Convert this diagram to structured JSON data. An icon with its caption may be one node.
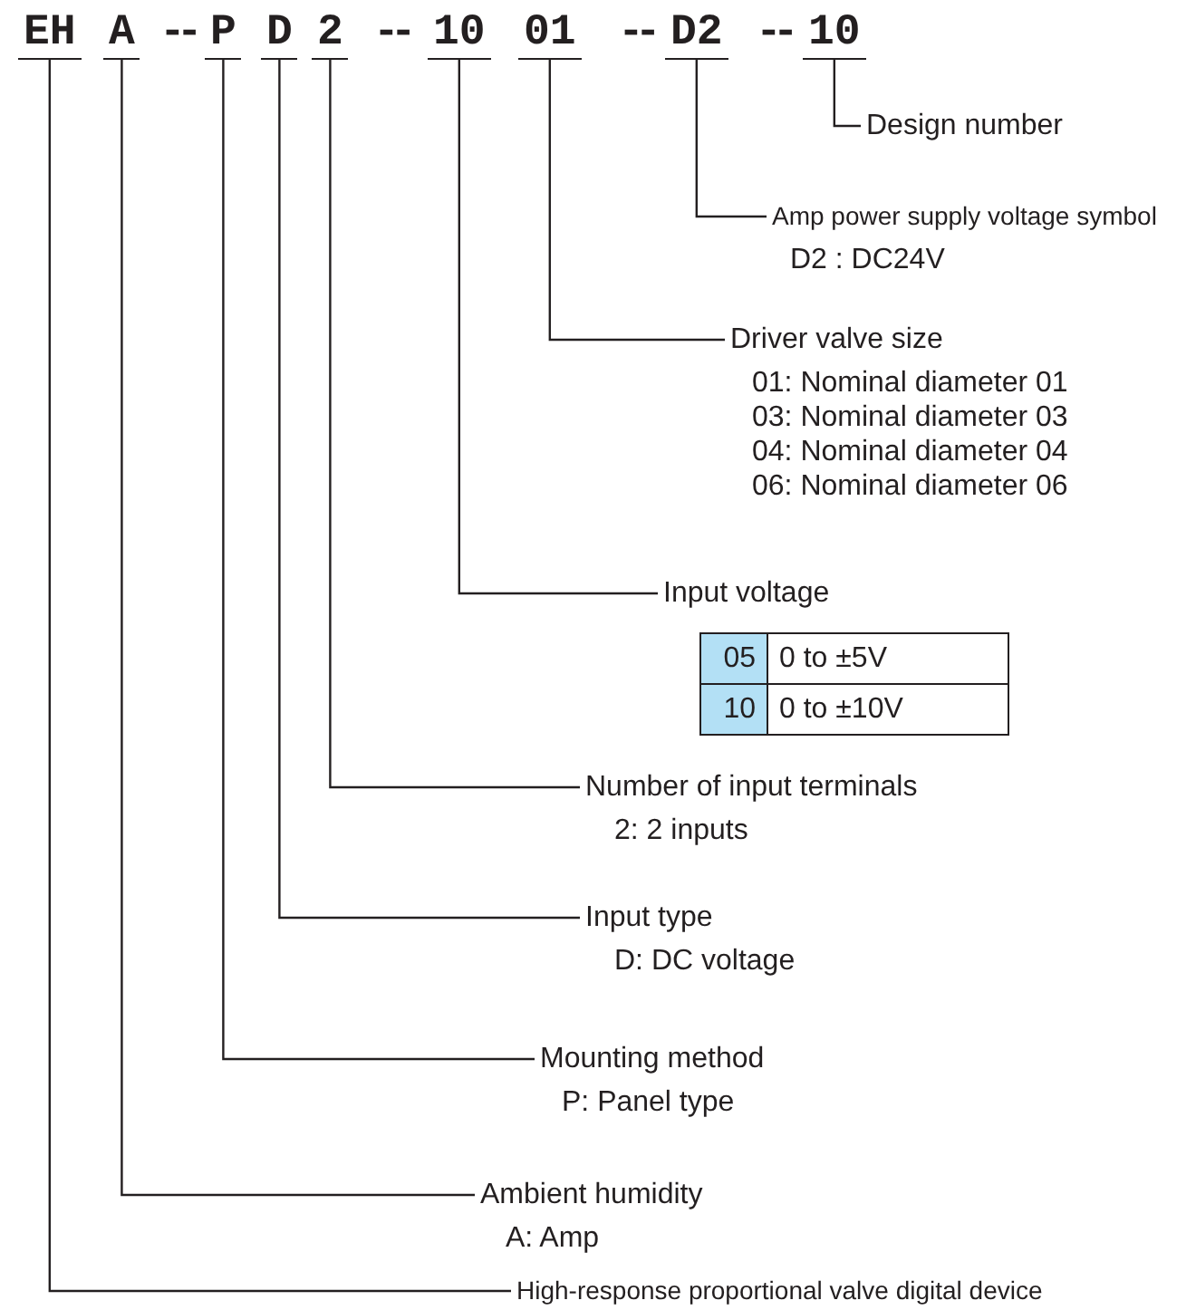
{
  "diagram": {
    "nodes": [
      {
        "text": [
          "EH"
        ]
      },
      {
        "text": [
          "A"
        ]
      },
      {
        "text": [
          "P"
        ]
      },
      {
        "text": [
          "D"
        ]
      },
      {
        "text": [
          "2"
        ]
      },
      {
        "text": [
          "10"
        ]
      },
      {
        "text": [
          "01"
        ]
      },
      {
        "text": [
          "D2"
        ]
      },
      {
        "text": [
          "10"
        ]
      },
      {
        "text": [
          "Design number"
        ]
      },
      {
        "text": [
          "Amp power supply voltage symbol",
          "D2 : DC24V"
        ]
      },
      {
        "text": [
          "Driver valve size",
          "01: Nominal diameter 01",
          "03: Nominal diameter 03",
          "04: Nominal diameter 04",
          "06: Nominal diameter 06"
        ]
      },
      {
        "text": [
          "Input voltage"
        ]
      },
      {
        "text": [
          "Number of input terminals",
          "2: 2 inputs"
        ]
      },
      {
        "text": [
          "Input type",
          "D: DC voltage"
        ]
      },
      {
        "text": [
          "Mounting method",
          "P: Panel type"
        ]
      },
      {
        "text": [
          "Ambient humidity",
          "A: Amp"
        ]
      },
      {
        "text": [
          "High-response proportional valve digital device"
        ]
      }
    ],
    "edges": [
      {
        "from": 8,
        "to": 9,
        "arrow": "none"
      },
      {
        "from": 7,
        "to": 10,
        "arrow": "none"
      },
      {
        "from": 6,
        "to": 11,
        "arrow": "none"
      },
      {
        "from": 5,
        "to": 12,
        "arrow": "none"
      },
      {
        "from": 4,
        "to": 13,
        "arrow": "none"
      },
      {
        "from": 3,
        "to": 14,
        "arrow": "none"
      },
      {
        "from": 2,
        "to": 15,
        "arrow": "none"
      },
      {
        "from": 1,
        "to": 16,
        "arrow": "none"
      },
      {
        "from": 0,
        "to": 17,
        "arrow": "none"
      }
    ],
    "labels": [
      "--",
      "--",
      "--",
      "--",
      "05",
      "0 to ±5V",
      "10",
      "0 to ±10V"
    ]
  }
}
